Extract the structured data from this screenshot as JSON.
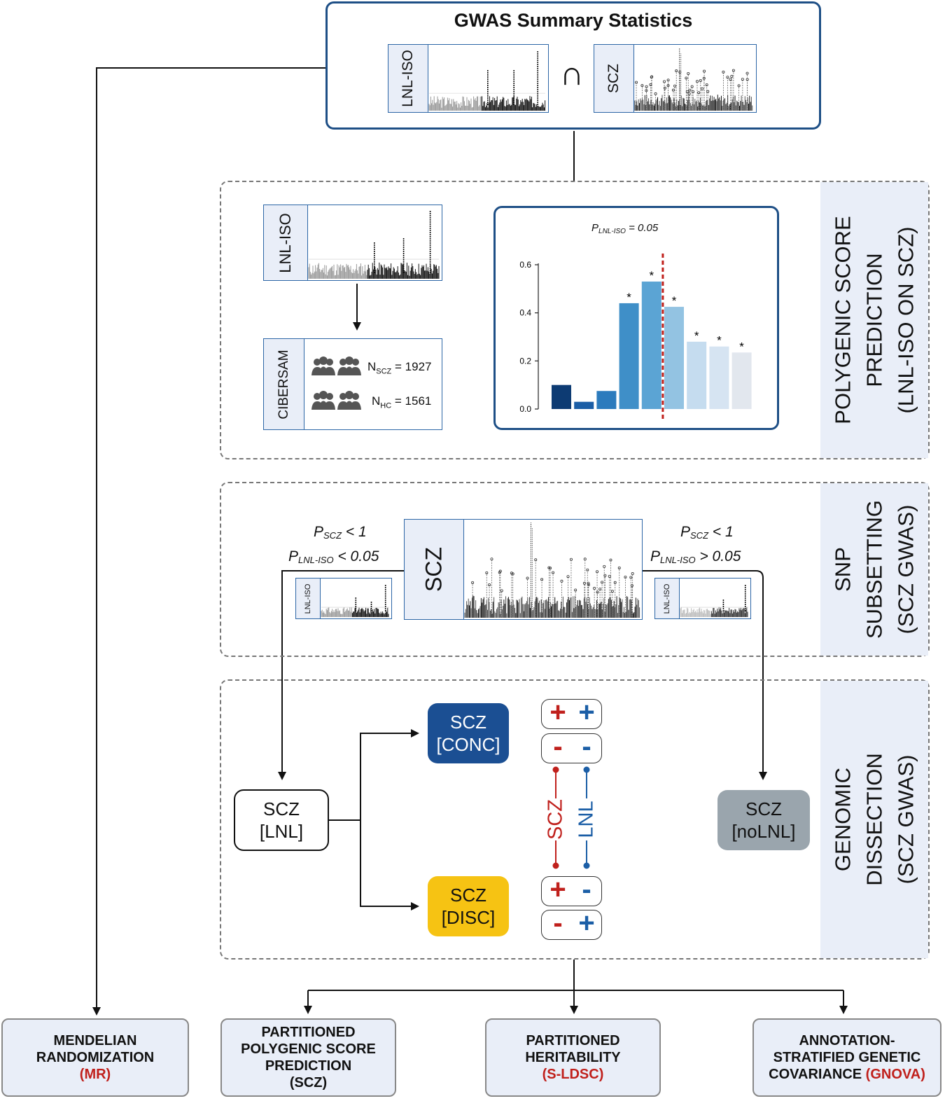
{
  "header": {
    "title": "GWAS Summary Statistics",
    "intersect_symbol": "∩",
    "plot_left_label": "LNL-ISO",
    "plot_right_label": "SCZ"
  },
  "prs_section": {
    "side_label": [
      "POLYGENIC SCORE",
      "PREDICTION",
      "(LNL-ISO ON SCZ)"
    ],
    "lnl_plot_label": "LNL-ISO",
    "cohort_label": "CIBERSAM",
    "n_scz_label": "N",
    "n_scz_sub": "SCZ",
    "n_scz_value": "= 1927",
    "n_hc_label": "N",
    "n_hc_sub": "HC",
    "n_hc_value": "= 1561"
  },
  "chart_data": {
    "type": "bar",
    "title": "P LNL-ISO = 0.05",
    "title_main": "P",
    "title_sub": "LNL-ISO",
    "title_rest": "= 0.05",
    "ylim": [
      0,
      0.6
    ],
    "yticks": [
      "0.0",
      "0.2",
      "0.4",
      "0.6"
    ],
    "values": [
      0.1,
      0.03,
      0.075,
      0.44,
      0.53,
      0.425,
      0.28,
      0.26,
      0.235
    ],
    "significant": [
      false,
      false,
      false,
      true,
      true,
      true,
      true,
      true,
      true
    ],
    "star": "*",
    "colors": [
      "#0d3b73",
      "#1b5ea6",
      "#2c7bbd",
      "#3f8fc8",
      "#5ba4d4",
      "#93c3e2",
      "#c5dcef",
      "#d6e4f2",
      "#e2e7ee"
    ],
    "threshold_between": [
      4,
      5
    ],
    "threshold_color": "#c0201c"
  },
  "snp_section": {
    "side_label": [
      "SNP",
      "SUBSETTING",
      "(SCZ GWAS)"
    ],
    "scz_label": "SCZ",
    "left_small_label": "LNL-ISO",
    "right_small_label": "LNL-ISO",
    "left_p1_main": "P",
    "left_p1_sub": "SCZ",
    "left_p1_rest": "< 1",
    "left_p2_main": "P",
    "left_p2_sub": "LNL-ISO",
    "left_p2_rest": "< 0.05",
    "right_p1_main": "P",
    "right_p1_sub": "SCZ",
    "right_p1_rest": "< 1",
    "right_p2_main": "P",
    "right_p2_sub": "LNL-ISO",
    "right_p2_rest": "> 0.05"
  },
  "dissection_section": {
    "side_label": [
      "GENOMIC",
      "DISSECTION",
      "(SCZ GWAS)"
    ],
    "lnl_node": [
      "SCZ",
      "[LNL]"
    ],
    "conc_node": [
      "SCZ",
      "[CONC]"
    ],
    "disc_node": [
      "SCZ",
      "[DISC]"
    ],
    "nolnl_node": [
      "SCZ",
      "[noLNL]"
    ],
    "legend_scz": "SCZ",
    "legend_lnl": "LNL",
    "colors": {
      "conc": "#1b4f93",
      "disc": "#f6c313",
      "nolnl": "#9aa5ad",
      "scz_sign": "#c0201c",
      "lnl_sign": "#1b5ea6"
    },
    "signs": {
      "conc_1": [
        "+",
        "+"
      ],
      "conc_2": [
        "-",
        "-"
      ],
      "disc_1": [
        "+",
        "-"
      ],
      "disc_2": [
        "-",
        "+"
      ]
    }
  },
  "outputs": [
    {
      "lines": [
        "MENDELIAN",
        "RANDOMIZATION"
      ],
      "tag": "(MR)"
    },
    {
      "lines": [
        "PARTITIONED",
        "POLYGENIC SCORE",
        "PREDICTION",
        "(SCZ)"
      ],
      "tag": ""
    },
    {
      "lines": [
        "PARTITIONED",
        "HERITABILITY"
      ],
      "tag": "(S-LDSC)"
    },
    {
      "lines": [
        "ANNOTATION-",
        "STRATIFIED GENETIC",
        "COVARIANCE"
      ],
      "tag": "(GNOVA)"
    }
  ]
}
